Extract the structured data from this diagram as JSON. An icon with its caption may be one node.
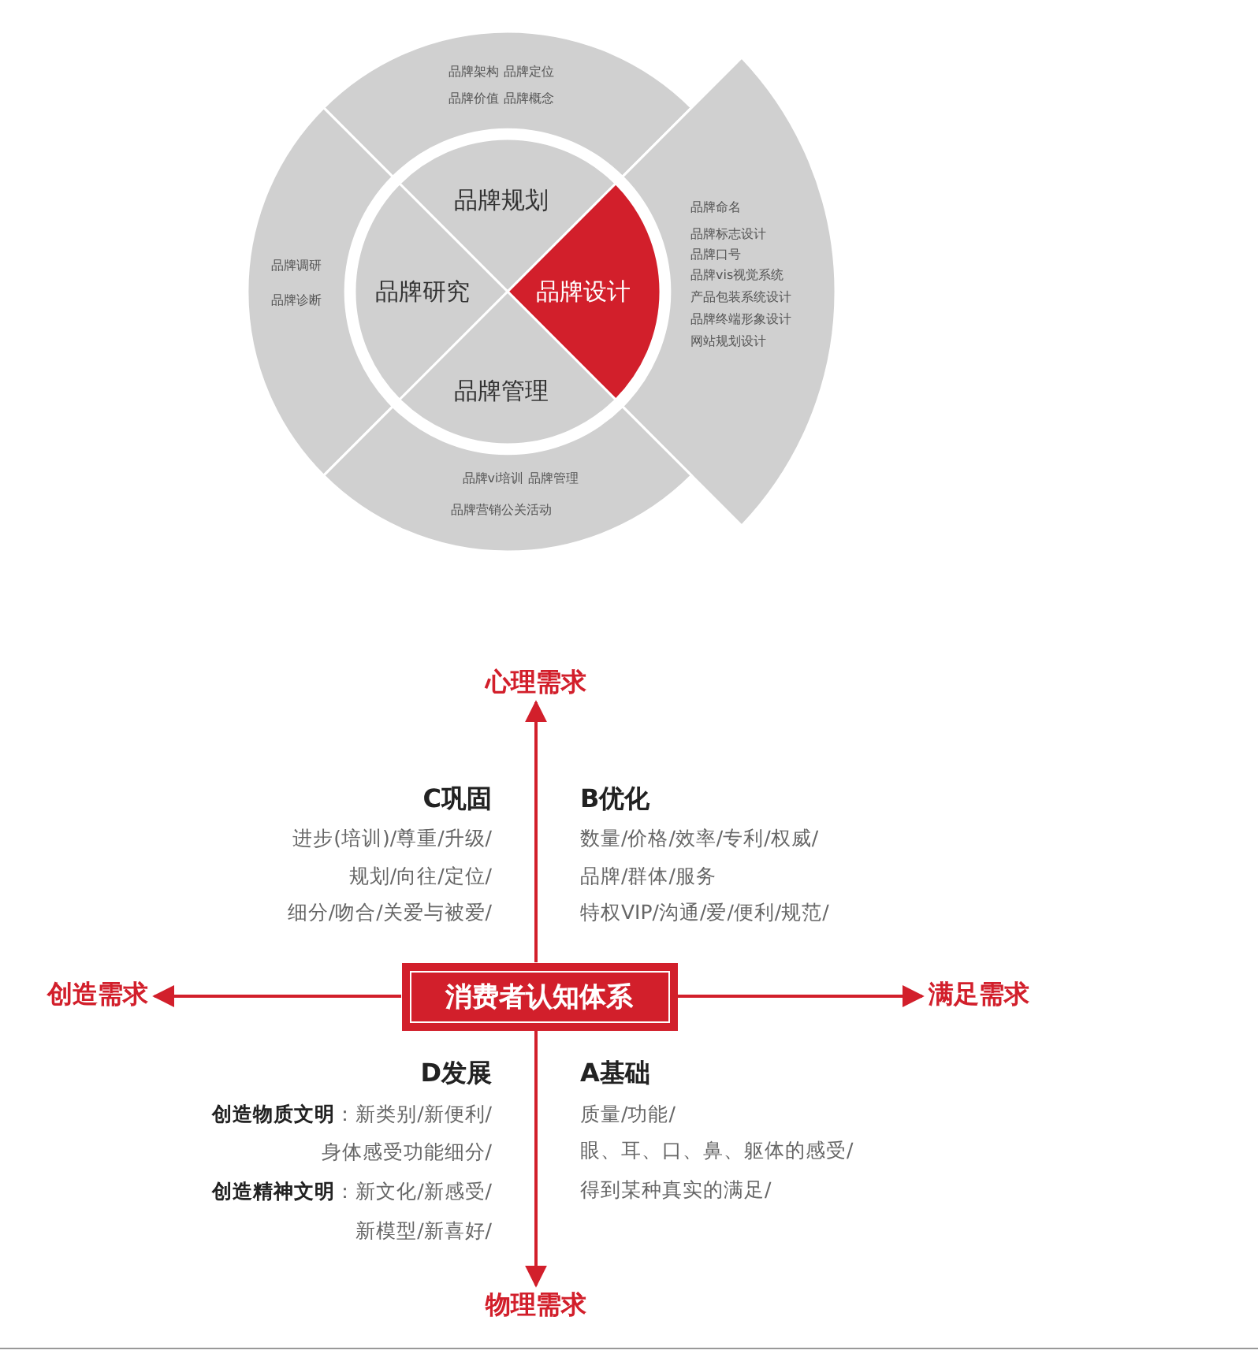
{
  "diagram": {
    "nodes": [
      {
        "text": [
          "品牌架构 品牌定位",
          "品牌价值 品牌概念"
        ]
      },
      {
        "text": [
          "品牌调研",
          "品牌诊断"
        ]
      },
      {
        "text": [
          "品牌规划"
        ]
      },
      {
        "text": [
          "品牌研究"
        ]
      },
      {
        "text": [
          "品牌设计"
        ]
      },
      {
        "text": [
          "品牌命名",
          "品牌标志设计",
          "品牌口号",
          "品牌vis视觉系统",
          "产品包装系统设计",
          "品牌终端形象设计",
          "网站规划设计"
        ]
      },
      {
        "text": [
          "品牌管理"
        ]
      },
      {
        "text": [
          "品牌vi培训 品牌管理",
          "品牌营销公关活动"
        ]
      },
      {
        "text": [
          "心理需求"
        ]
      },
      {
        "text": [
          "创造需求"
        ]
      },
      {
        "text": [
          "消费者认知体系"
        ]
      },
      {
        "text": [
          "满足需求"
        ]
      },
      {
        "text": [
          "物理需求"
        ]
      }
    ],
    "edges": [
      {
        "from": 10,
        "to": 8,
        "arrow": "to"
      },
      {
        "from": 10,
        "to": 9,
        "arrow": "to"
      },
      {
        "from": 10,
        "to": 11,
        "arrow": "to"
      },
      {
        "from": 10,
        "to": 12,
        "arrow": "to"
      }
    ],
    "labels": [
      "C巩固",
      "进步(培训)/尊重/升级/",
      "规划/向往/定位/",
      "细分/吻合/关爱与被爱/",
      "B优化",
      "数量/价格/效率/专利/权威/",
      "品牌/群体/服务",
      "特权VIP/沟通/爱/便利/规范/",
      "D发展",
      "**创造物质文明**：新类别/新便利/",
      "身体感受功能细分/",
      "**创造精神文明**：新文化/新感受/",
      "新模型/新喜好/",
      "A基础",
      "质量/功能/",
      "眼、耳、口、鼻、躯体的感受/",
      "得到某种真实的满足/"
    ]
  }
}
